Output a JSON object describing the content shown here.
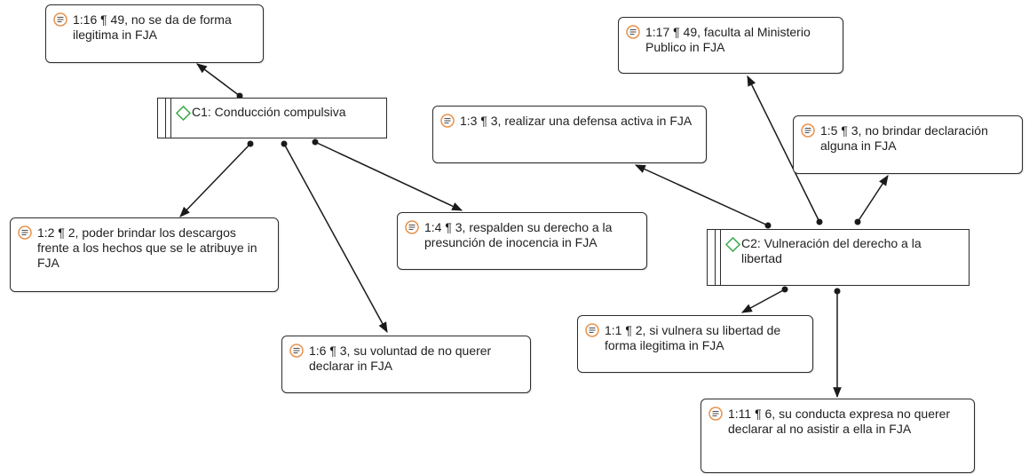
{
  "colors": {
    "line": "#1a1a1a",
    "quote_icon": "#e8914a",
    "quote_icon_lines": "#555555",
    "code_icon": "#3daa4b"
  },
  "codes": {
    "c1": {
      "label": "C1: Conducción compulsiva",
      "icon": "code-diamond-icon"
    },
    "c2": {
      "label": "C2: Vulneración del derecho a la libertad",
      "icon": "code-diamond-icon"
    }
  },
  "quotations": {
    "q1_16": {
      "label": "1:16 ¶ 49, no se da de forma ilegitima in FJA",
      "icon": "quotation-doc-icon"
    },
    "q1_2": {
      "label": "1:2 ¶ 2, poder brindar los descargos frente a los hechos que se le atribuye in FJA",
      "icon": "quotation-doc-icon"
    },
    "q1_6": {
      "label": "1:6 ¶ 3, su voluntad de no querer declarar in FJA",
      "icon": "quotation-doc-icon"
    },
    "q1_4": {
      "label": "1:4 ¶ 3, respalden su derecho a la presunción de inocencia in FJA",
      "icon": "quotation-doc-icon"
    },
    "q1_3": {
      "label": "1:3 ¶ 3, realizar una defensa activa in FJA",
      "icon": "quotation-doc-icon"
    },
    "q1_17": {
      "label": "1:17 ¶ 49, faculta al Ministerio Publico in FJA",
      "icon": "quotation-doc-icon"
    },
    "q1_5": {
      "label": "1:5 ¶ 3, no brindar declaración alguna in FJA",
      "icon": "quotation-doc-icon"
    },
    "q1_1": {
      "label": "1:1 ¶ 2, si vulnera su libertad de forma ilegitima in FJA",
      "icon": "quotation-doc-icon"
    },
    "q1_11": {
      "label": "1:11 ¶ 6, su conducta expresa no querer declarar al no asistir a ella in FJA",
      "icon": "quotation-doc-icon"
    }
  },
  "links": [
    {
      "from": "c1",
      "to": "q1_16"
    },
    {
      "from": "c1",
      "to": "q1_2"
    },
    {
      "from": "c1",
      "to": "q1_6"
    },
    {
      "from": "c1",
      "to": "q1_4"
    },
    {
      "from": "c2",
      "to": "q1_3"
    },
    {
      "from": "c2",
      "to": "q1_17"
    },
    {
      "from": "c2",
      "to": "q1_5"
    },
    {
      "from": "c2",
      "to": "q1_1"
    },
    {
      "from": "c2",
      "to": "q1_11"
    }
  ]
}
